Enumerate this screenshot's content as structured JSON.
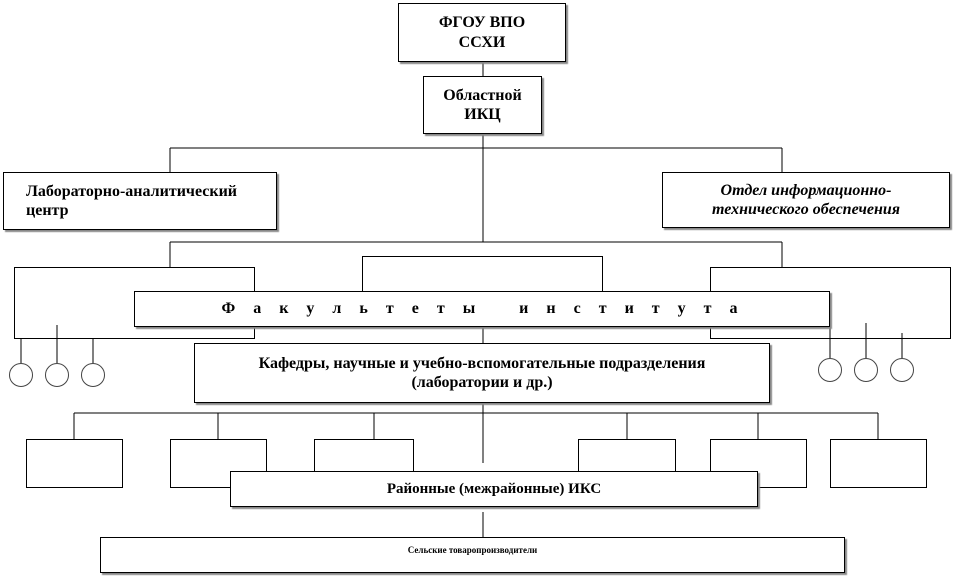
{
  "boxes": {
    "university": "ФГОУ ВПО ССХИ",
    "regional_ikc": "Областной ИКЦ",
    "lab_center": "Лабораторно-аналитический центр",
    "it_department": "Отдел информационно-технического обеспечения",
    "faculties": "Ф а к у л ь т е т ы   и н с т и т у т а",
    "departments": "Кафедры, научные и учебно-вспомогательные подразделения (лаборатории и др.)",
    "district_iks": "Районные (межрайонные) ИКС",
    "producers": "Сельские товаропроизводители"
  }
}
